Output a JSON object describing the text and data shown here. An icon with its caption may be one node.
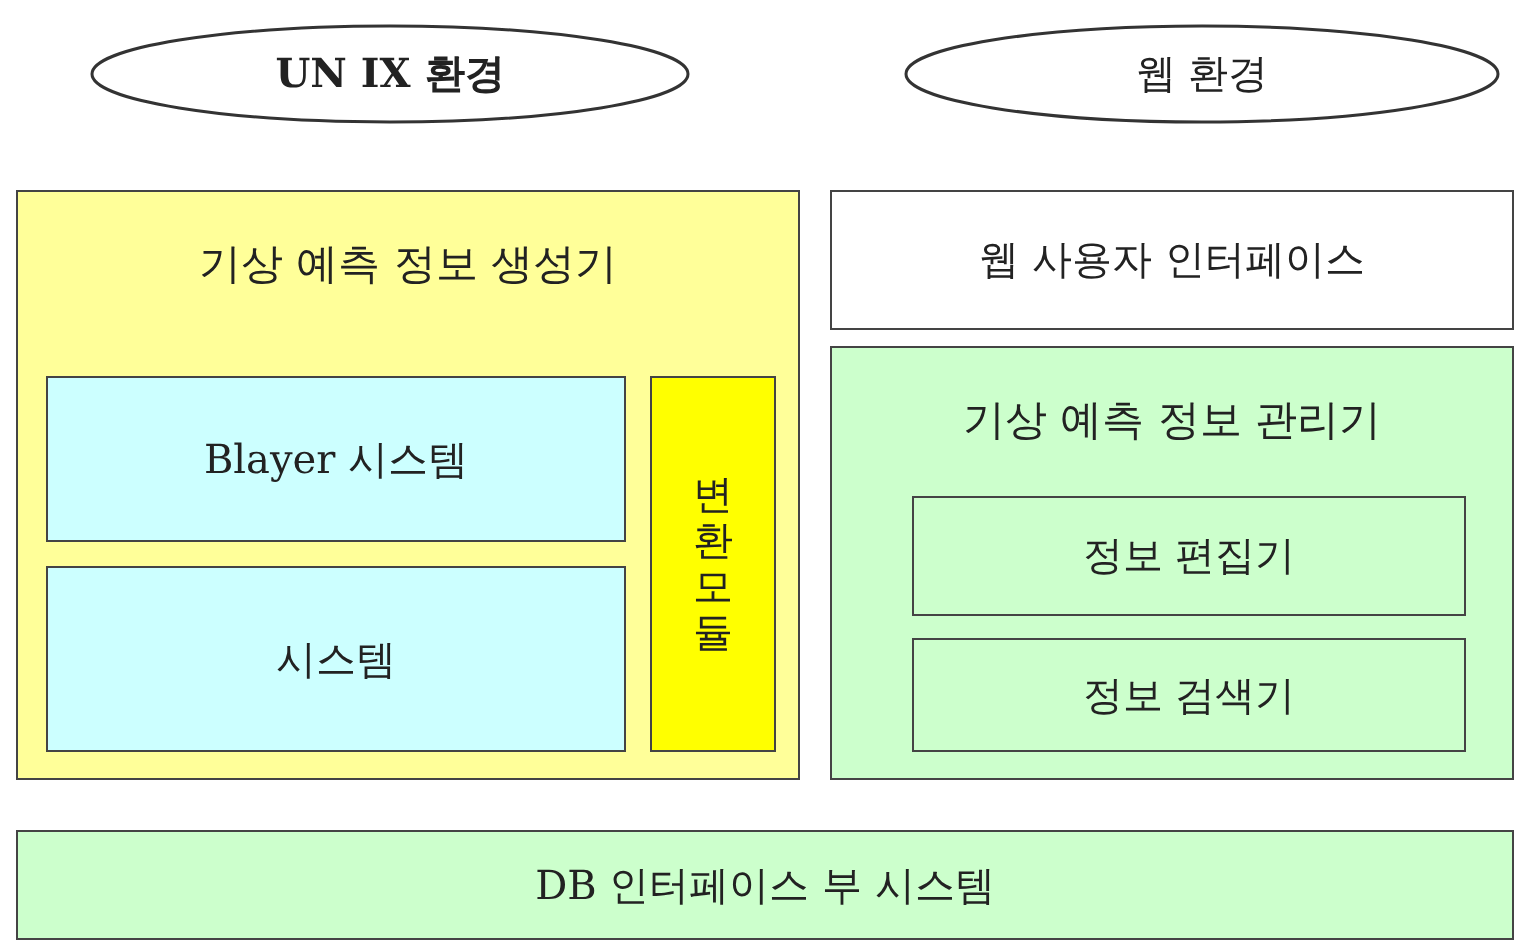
{
  "diagram": {
    "nodes": [
      {
        "text": [
          "UN IX 환경"
        ]
      },
      {
        "text": [
          "웹 환경"
        ]
      },
      {
        "text": [
          "기상 예측 정보 생성기"
        ]
      },
      {
        "text": [
          "Blayer 시스템"
        ],
        "in": 2
      },
      {
        "text": [
          "시스템"
        ],
        "in": 2
      },
      {
        "text": [
          "변환모듈"
        ],
        "in": 2
      },
      {
        "text": [
          "웹 사용자 인터페이스"
        ]
      },
      {
        "text": [
          "기상 예측 정보 관리기"
        ]
      },
      {
        "text": [
          "정보 편집기"
        ],
        "in": 7
      },
      {
        "text": [
          "정보 검색기"
        ],
        "in": 7
      },
      {
        "text": [
          "DB 인터페이스 부 시스템"
        ]
      }
    ]
  }
}
